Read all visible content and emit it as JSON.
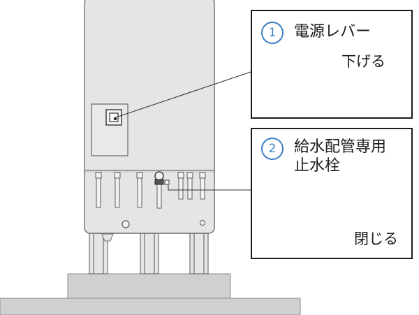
{
  "callouts": [
    {
      "number": "1",
      "title": "電源レバー",
      "action": "下げる"
    },
    {
      "number": "2",
      "title_line1": "給水配管専用",
      "title_line2": "止水栓",
      "action": "閉じる"
    }
  ],
  "colors": {
    "badge": "#3b7fc4",
    "unit_body": "#e4e4e4",
    "ground": "#d2d2d2",
    "outline": "#555555"
  },
  "icons": [
    "down-arrow-icon",
    "curved-arrow-icon"
  ]
}
